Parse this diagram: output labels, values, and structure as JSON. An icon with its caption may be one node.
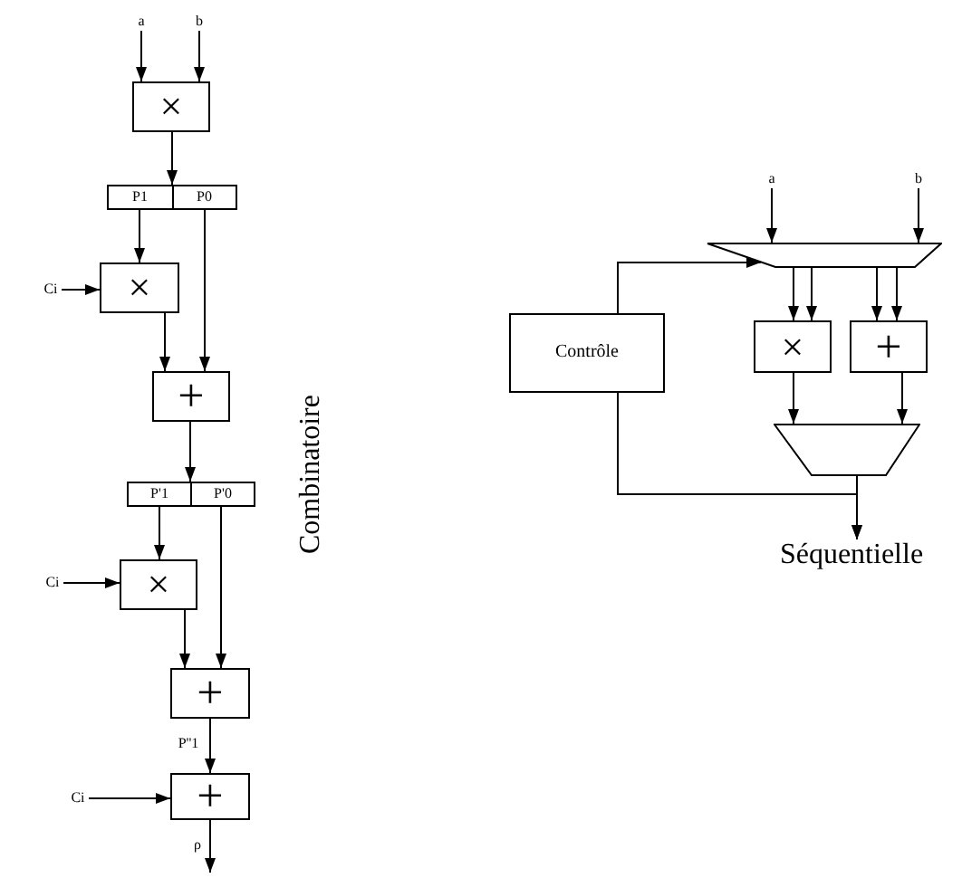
{
  "diagram": {
    "nodes": [
      {
        "text": [
          "a"
        ]
      },
      {
        "text": [
          "b"
        ]
      },
      {
        "text": [
          "×"
        ]
      },
      {
        "text": [
          "P1",
          "P0"
        ]
      },
      {
        "text": [
          "Ci"
        ]
      },
      {
        "text": [
          "×"
        ]
      },
      {
        "text": [
          "+"
        ]
      },
      {
        "text": [
          "P'1",
          "P'0"
        ]
      },
      {
        "text": [
          "Ci"
        ]
      },
      {
        "text": [
          "×"
        ]
      },
      {
        "text": [
          "+"
        ]
      },
      {
        "text": [
          "Ci"
        ]
      },
      {
        "text": [
          "+"
        ]
      },
      {
        "text": [
          "a"
        ]
      },
      {
        "text": [
          "b"
        ]
      },
      {
        "text": [],
        "shape": "trapezoid"
      },
      {
        "text": [
          "Contrôle"
        ]
      },
      {
        "text": [
          "×"
        ]
      },
      {
        "text": [
          "+"
        ]
      },
      {
        "text": [],
        "shape": "trapezoid"
      },
      {
        "text": [
          "Séquentielle"
        ]
      }
    ],
    "edges": [
      {
        "from": 0,
        "to": 2,
        "arrow": "to"
      },
      {
        "from": 1,
        "to": 2,
        "arrow": "to"
      },
      {
        "from": 2,
        "to": 3,
        "arrow": "to"
      },
      {
        "from": 3,
        "to": 5,
        "arrow": "to"
      },
      {
        "from": 3,
        "to": 6,
        "arrow": "to"
      },
      {
        "from": 4,
        "to": 5,
        "arrow": "to"
      },
      {
        "from": 5,
        "to": 6,
        "arrow": "to"
      },
      {
        "from": 6,
        "to": 7,
        "arrow": "to"
      },
      {
        "from": 7,
        "to": 9,
        "arrow": "to"
      },
      {
        "from": 7,
        "to": 10,
        "arrow": "to"
      },
      {
        "from": 8,
        "to": 9,
        "arrow": "to"
      },
      {
        "from": 9,
        "to": 10,
        "arrow": "to"
      },
      {
        "from": 10,
        "to": 12,
        "arrow": "to",
        "label": "P''1"
      },
      {
        "from": 11,
        "to": 12,
        "arrow": "to"
      },
      {
        "from": 12,
        "to": null,
        "arrow": "to",
        "label": "ρ"
      },
      {
        "from": 13,
        "to": 15,
        "arrow": "to"
      },
      {
        "from": 14,
        "to": 15,
        "arrow": "to"
      },
      {
        "from": 16,
        "to": 15,
        "arrow": "to"
      },
      {
        "from": 15,
        "to": 17,
        "arrow": "to"
      },
      {
        "from": 15,
        "to": 17,
        "arrow": "to"
      },
      {
        "from": 15,
        "to": 18,
        "arrow": "to"
      },
      {
        "from": 15,
        "to": 18,
        "arrow": "to"
      },
      {
        "from": 17,
        "to": 19,
        "arrow": "to"
      },
      {
        "from": 18,
        "to": 19,
        "arrow": "to"
      },
      {
        "from": 16,
        "to": 20,
        "arrow": "to"
      },
      {
        "from": 19,
        "to": 20,
        "arrow": "to"
      }
    ],
    "labels": [
      "Combinatoire"
    ]
  }
}
